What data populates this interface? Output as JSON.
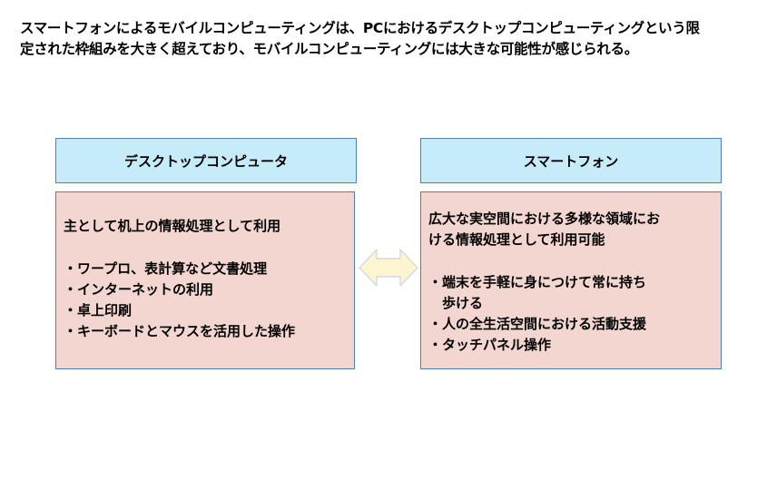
{
  "intro": {
    "line1": "スマートフォンによるモバイルコンピューティングは、PCにおけるデスクトップコンピューティングという限",
    "line2": "定された枠組みを大きく超えており、モバイルコンピューティングには大きな可能性が感じられる。"
  },
  "desktop": {
    "title": "デスクトップコンピュータ",
    "lead": "主として机上の情報処理として利用",
    "items": [
      "・ワープロ、表計算など文書処理",
      "・インターネットの利用",
      "・卓上印刷",
      "・キーボードとマウスを活用した操作"
    ]
  },
  "smartphone": {
    "title": "スマートフォン",
    "lead_line1": "広大な実空間における多様な領域にお",
    "lead_line2": "ける情報処理として利用可能",
    "items": [
      "・端末を手軽に身につけて常に持ち",
      "　歩ける",
      "・人の全生活空間における活動支援",
      "・タッチパネル操作"
    ]
  },
  "colors": {
    "header_fill": "#c5ecf8",
    "body_fill": "#f4d6d0",
    "border": "#4f7eb8",
    "arrow_fill": "#fdf5cf",
    "arrow_stroke": "#c9d4e3"
  },
  "icons": {
    "arrow": "double-headed-arrow"
  }
}
